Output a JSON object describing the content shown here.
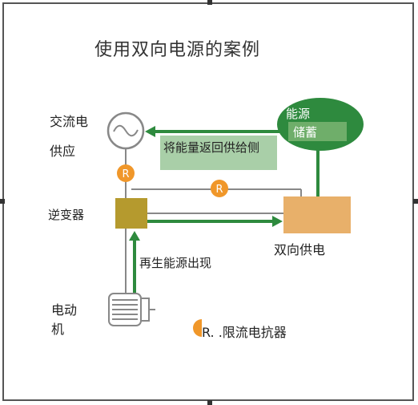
{
  "title": "使用双向电源的案例",
  "labels": {
    "ac_supply_line1": "交流电",
    "ac_supply_line2": "供应",
    "inverter": "逆变器",
    "bidirectional": "双向供电",
    "motor_line1": "电动",
    "motor_line2": "机",
    "regen": "再生能源出现",
    "return_energy": "将能量返回供给侧",
    "storage_line1": "能源",
    "storage_line2": "储蓄",
    "r_symbol": "R",
    "legend_symbol": "R",
    "legend_text": ". .限流电抗器"
  },
  "colors": {
    "green_arrow": "#2e8a3e",
    "inverter_box": "#b59a2e",
    "bidir_box": "#e8b06a",
    "storage": "#2e8a3e",
    "reactor": "#f0972a",
    "wire": "#888888"
  }
}
